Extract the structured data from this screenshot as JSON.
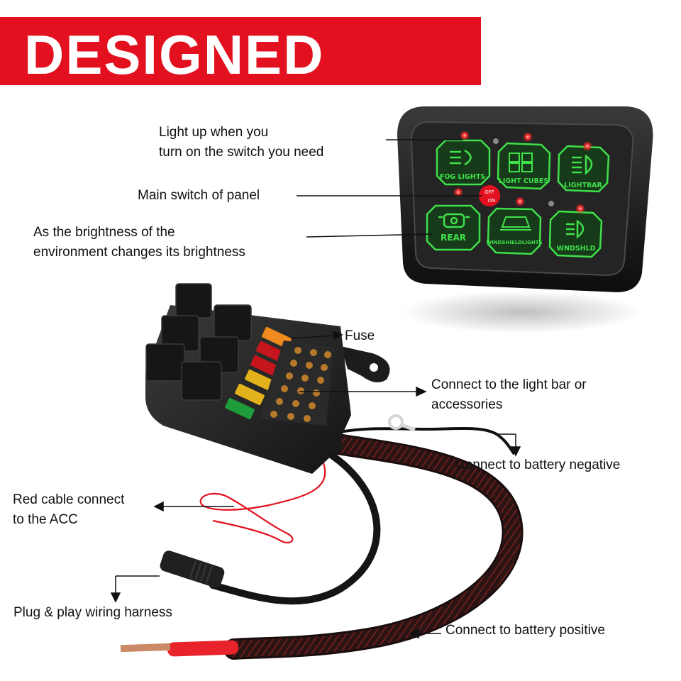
{
  "banner": {
    "title": "DESIGNED"
  },
  "panel": {
    "buttons": [
      {
        "label": "FOG LIGHTS",
        "icon": "fog-light-icon"
      },
      {
        "label": "LIGHT CUBES",
        "icon": "light-cube-icon"
      },
      {
        "label": "LIGHTBAR",
        "icon": "light-bar-icon"
      },
      {
        "label": "REAR",
        "icon": "rear-light-icon"
      },
      {
        "label": "WINDSHIELDLIGHTS",
        "icon": "windshield-light-icon"
      },
      {
        "label": "WNDSHLD",
        "icon": "windshield-icon"
      }
    ],
    "main_switch": {
      "top": "OFF",
      "bottom": "ON"
    }
  },
  "callouts": {
    "light_up_line1": "Light up when you",
    "light_up_line2": "turn on the switch you need",
    "main_switch": "Main switch of panel",
    "brightness_line1": "As the brightness of the",
    "brightness_line2": "environment changes its brightness",
    "fuse": "Fuse",
    "light_bar_line1": "Connect to the light bar or",
    "light_bar_line2": "accessories",
    "battery_negative": "Connect to battery negative",
    "acc_line1": "Red cable connect",
    "acc_line2": "to the ACC",
    "harness": "Plug & play wiring harness",
    "battery_positive": "Connect to battery positive"
  },
  "colors": {
    "banner_red": "#e3101f",
    "button_green": "#3fe04a",
    "indicator_red": "#ff2a2a",
    "panel_black": "#1a1a1a"
  }
}
